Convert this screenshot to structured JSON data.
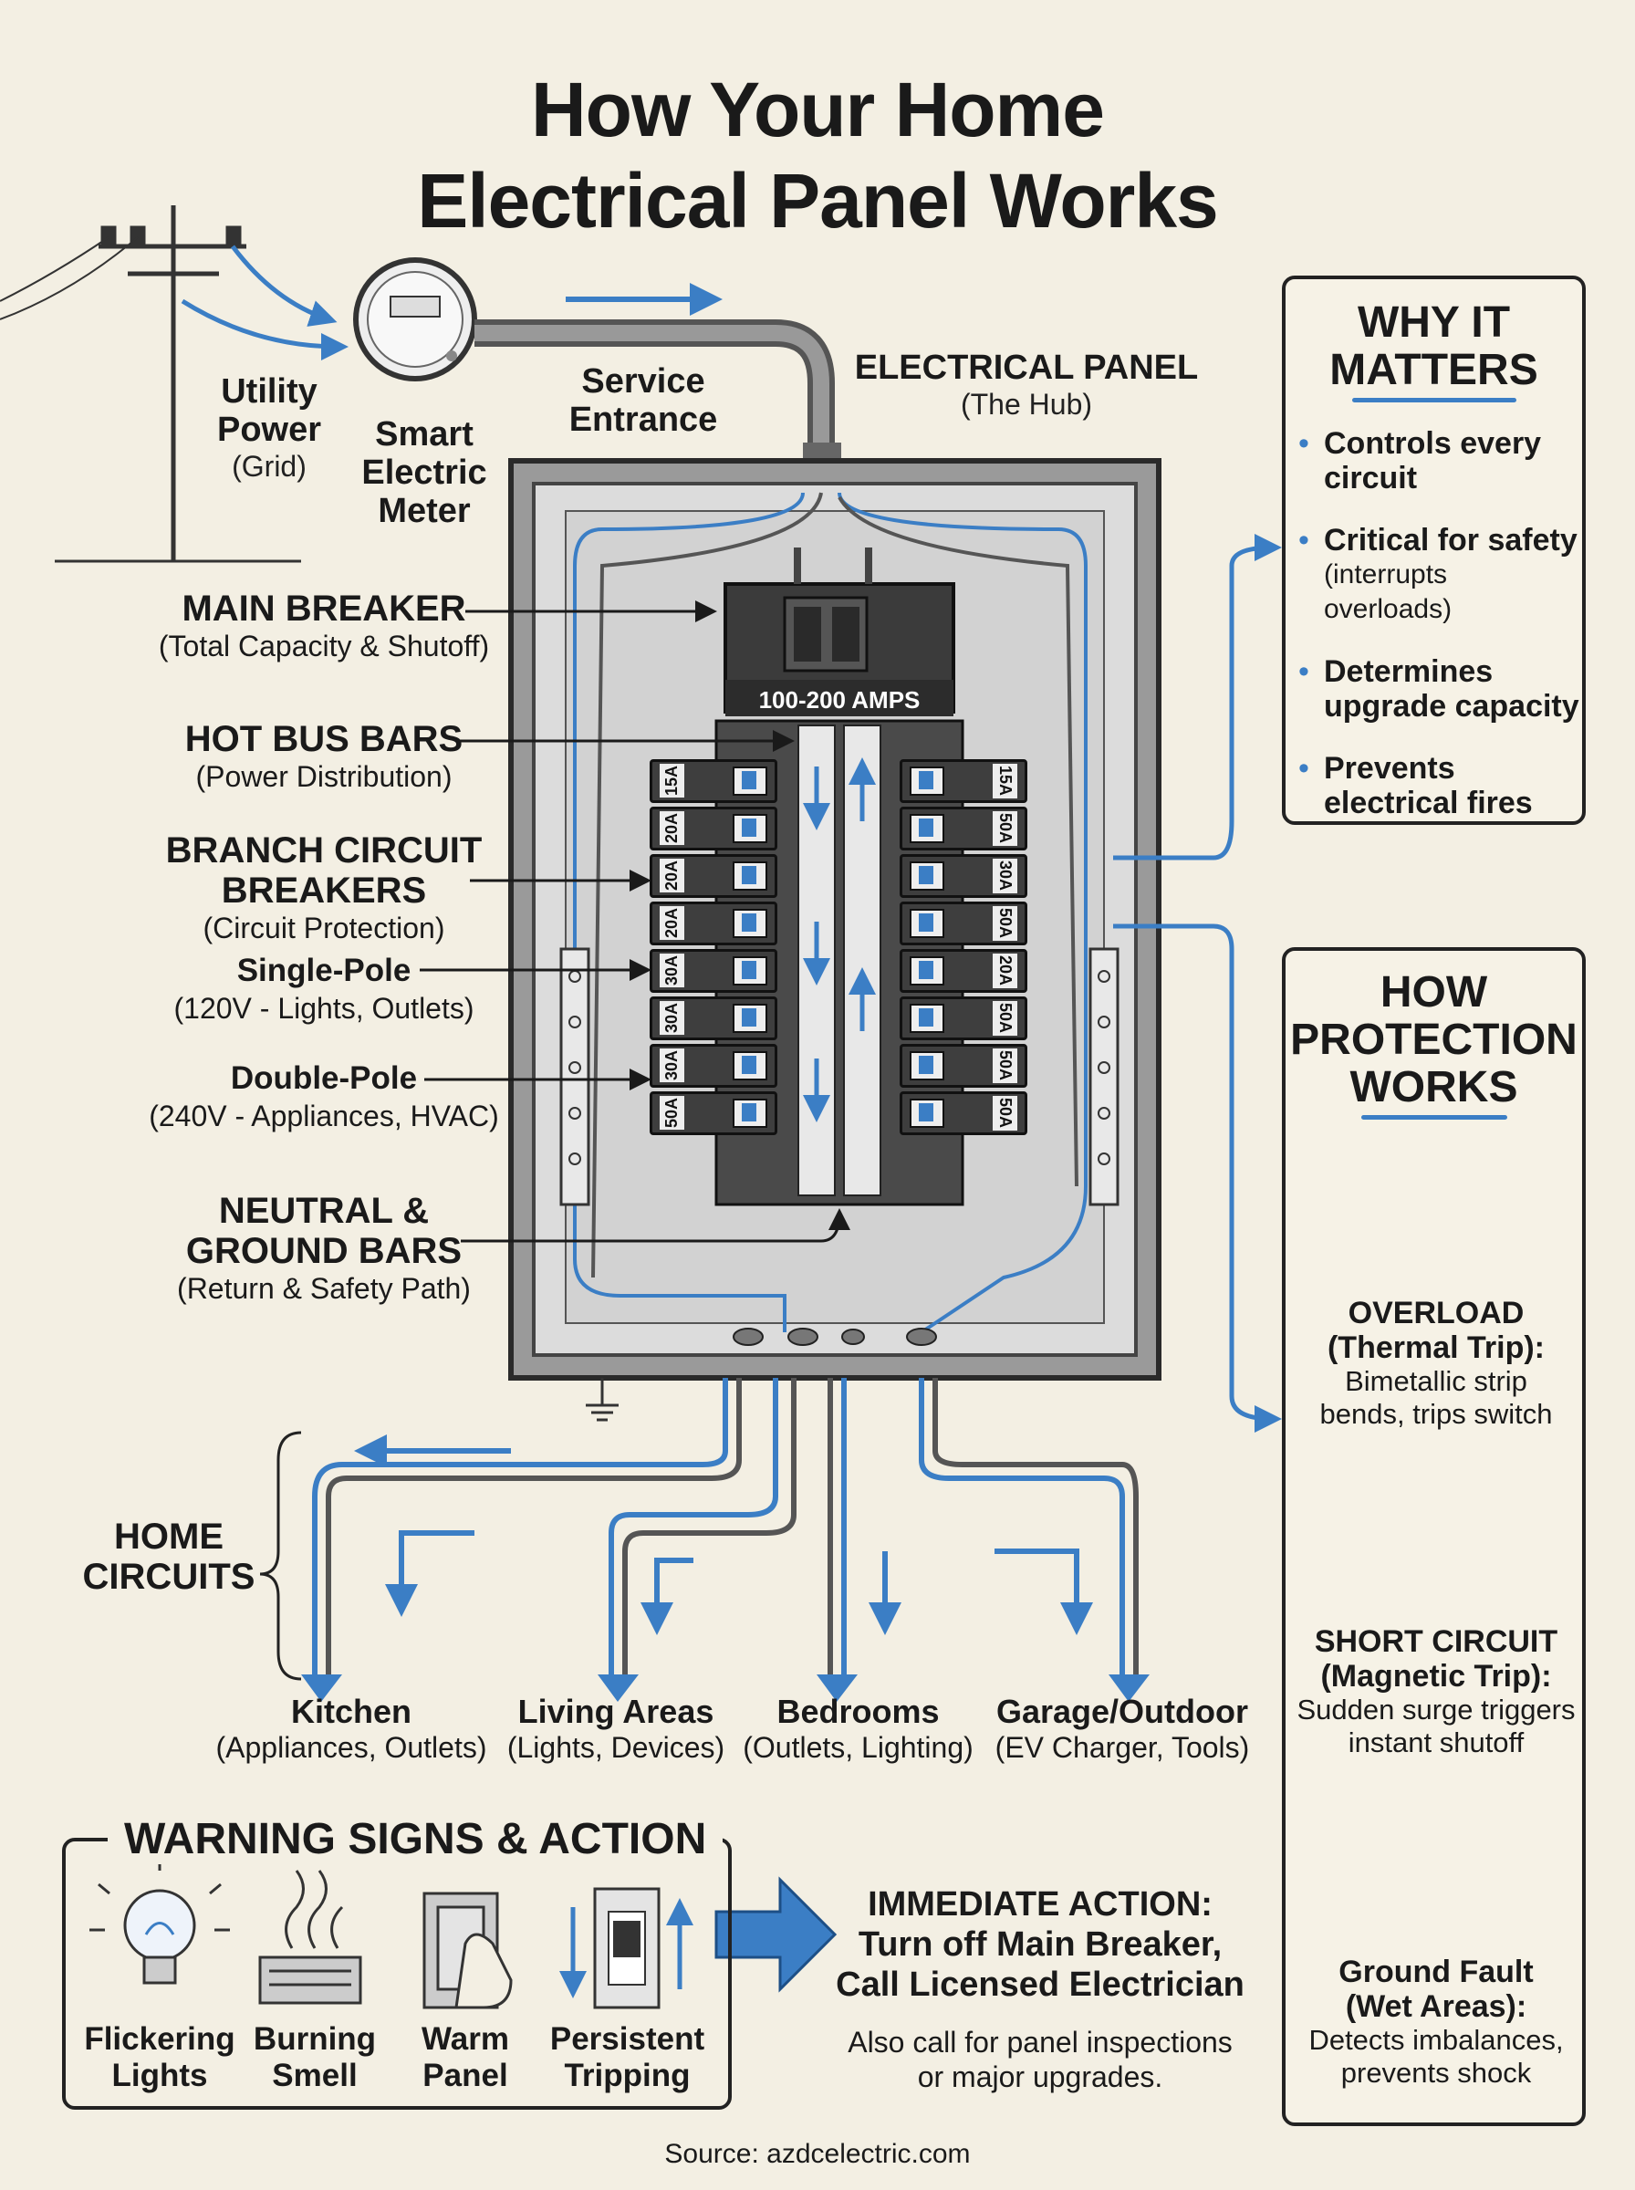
{
  "title_line1": "How Your Home",
  "title_line2": "Electrical Panel Works",
  "utility": {
    "name1": "Utility",
    "name2": "Power",
    "sub": "(Grid)"
  },
  "meter": {
    "name1": "Smart",
    "name2": "Electric",
    "name3": "Meter"
  },
  "service": {
    "line1": "Service",
    "line2": "Entrance"
  },
  "panel": {
    "title": "ELECTRICAL PANEL",
    "sub": "(The Hub)",
    "main_amps": "100-200 AMPS"
  },
  "left_labels": {
    "main_breaker": {
      "title": "MAIN BREAKER",
      "sub": "(Total Capacity & Shutoff)"
    },
    "hot_bus": {
      "title": "HOT BUS BARS",
      "sub": "(Power Distribution)"
    },
    "branch": {
      "title1": "BRANCH CIRCUIT",
      "title2": "BREAKERS",
      "sub": "(Circuit Protection)"
    },
    "single_pole": {
      "title": "Single-Pole",
      "sub": "(120V - Lights, Outlets)"
    },
    "double_pole": {
      "title": "Double-Pole",
      "sub": "(240V - Appliances, HVAC)"
    },
    "neutral": {
      "title1": "NEUTRAL &",
      "title2": "GROUND BARS",
      "sub": "(Return & Safety Path)"
    }
  },
  "breakers_left": [
    "15A",
    "20A",
    "20A",
    "20A",
    "30A",
    "30A",
    "30A",
    "50A"
  ],
  "breakers_right": [
    "15A",
    "50A",
    "30A",
    "50A",
    "20A",
    "50A",
    "50A",
    "50A"
  ],
  "home_circuits": {
    "line1": "HOME",
    "line2": "CIRCUITS"
  },
  "circuits": [
    {
      "name": "Kitchen",
      "sub": "(Appliances, Outlets)"
    },
    {
      "name": "Living Areas",
      "sub": "(Lights, Devices)"
    },
    {
      "name": "Bedrooms",
      "sub": "(Outlets, Lighting)"
    },
    {
      "name": "Garage/Outdoor",
      "sub": "(EV Charger, Tools)"
    }
  ],
  "why": {
    "title1": "WHY IT",
    "title2": "MATTERS",
    "items": [
      {
        "title": "Controls every circuit",
        "sub": ""
      },
      {
        "title": "Critical for safety",
        "sub": "(interrupts overloads)"
      },
      {
        "title": "Determines upgrade capacity",
        "sub": ""
      },
      {
        "title": "Prevents electrical fires",
        "sub": ""
      }
    ]
  },
  "protection": {
    "title1": "HOW",
    "title2": "PROTECTION",
    "title3": "WORKS",
    "overload": {
      "t1": "OVERLOAD",
      "t2": "(Thermal Trip):",
      "s1": "Bimetallic strip",
      "s2": "bends, trips switch"
    },
    "short": {
      "t1": "SHORT CIRCUIT",
      "t2": "(Magnetic Trip):",
      "s1": "Sudden surge triggers",
      "s2": "instant shutoff"
    },
    "ground": {
      "t1": "Ground Fault",
      "t2": "(Wet Areas):",
      "s1": "Detects imbalances,",
      "s2": "prevents shock"
    }
  },
  "warning": {
    "title": "WARNING SIGNS & ACTION",
    "items": [
      {
        "l1": "Flickering",
        "l2": "Lights"
      },
      {
        "l1": "Burning",
        "l2": "Smell"
      },
      {
        "l1": "Warm",
        "l2": "Panel"
      },
      {
        "l1": "Persistent",
        "l2": "Tripping"
      }
    ],
    "action1": "IMMEDIATE ACTION:",
    "action2": "Turn off Main Breaker,",
    "action3": "Call Licensed Electrician",
    "note1": "Also call for panel inspections",
    "note2": "or major upgrades."
  },
  "source": "Source: azdcelectric.com",
  "colors": {
    "accent": "#3b7ec5",
    "ink": "#1a1a1a",
    "panel": "#8c8c8c",
    "background": "#f3efe3"
  }
}
